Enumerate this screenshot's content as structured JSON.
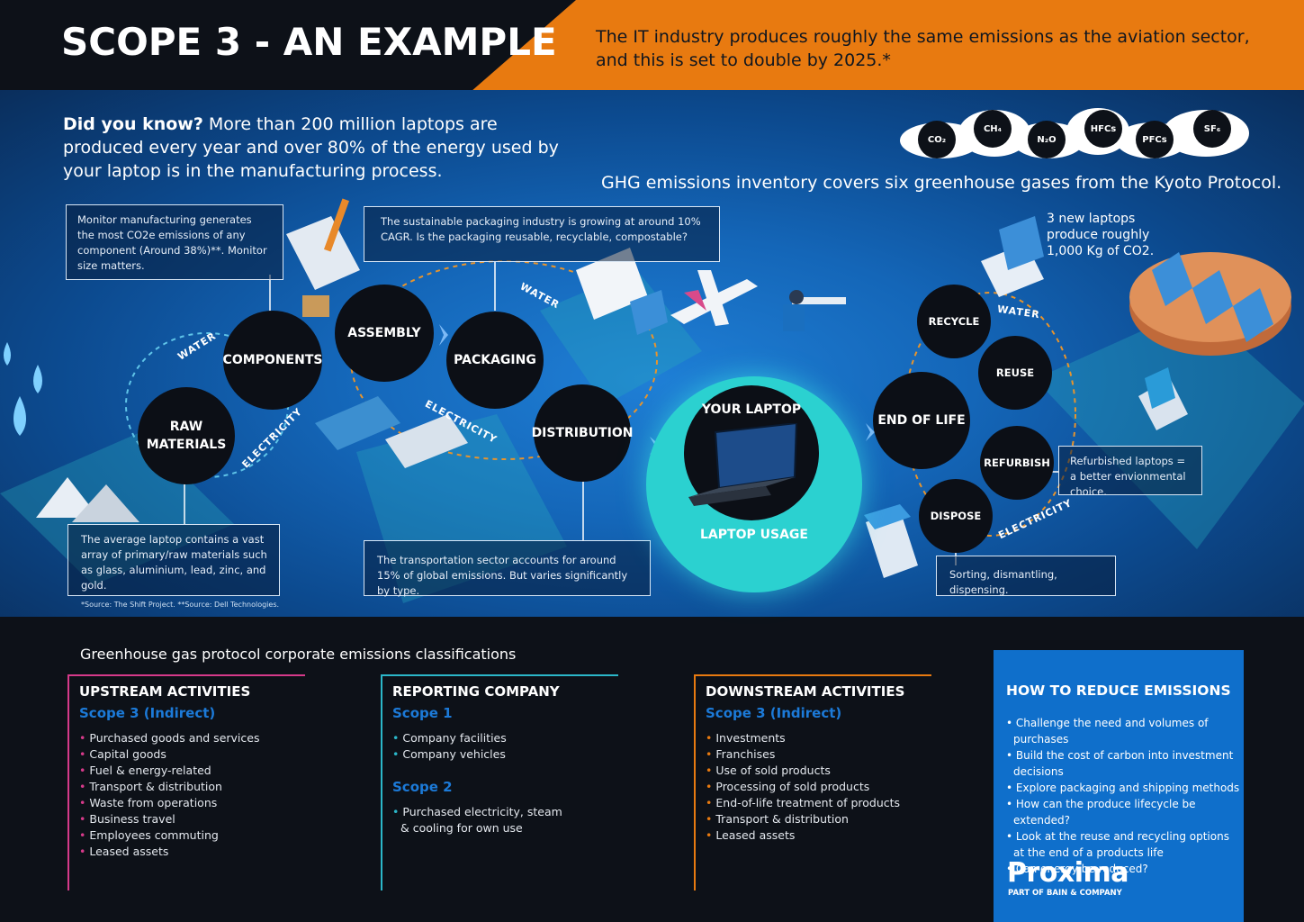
{
  "header": {
    "title": "SCOPE 3 - AN EXAMPLE",
    "note": "The IT industry produces roughly the same emissions as the aviation sector, and this is set to double by 2025.*"
  },
  "intro": {
    "lead": "Did you know?",
    "text": " More than 200 million laptops are produced every year and over 80% of the energy used by your laptop is in the manufacturing process."
  },
  "ghg": {
    "line": "GHG emissions inventory covers six greenhouse gases from the Kyoto Protocol.",
    "gases": [
      "CO₂",
      "CH₄",
      "N₂O",
      "HFCs",
      "PFCs",
      "SF₆"
    ]
  },
  "laptops_note": "3 new laptops produce roughly 1,000 Kg of CO2.",
  "info_boxes": {
    "monitor": "Monitor manufacturing generates the most CO2e emissions of any component (Around 38%)**. Monitor size matters.",
    "packaging": "The sustainable packaging industry is growing at around 10% CAGR. Is the packaging reusable, recyclable, compostable?",
    "raw": "The average laptop contains a vast array of primary/raw materials such as glass, aluminium, lead, zinc, and gold.",
    "transport": "The transportation sector accounts for around 15% of global emissions. But varies significantly by type.",
    "refurbished": "Refurbished laptops = a better envionmental choice.",
    "dispose": "Sorting, dismantling, dispensing."
  },
  "nodes": {
    "raw_materials": "RAW MATERIALS",
    "components": "COMPONENTS",
    "assembly": "ASSEMBLY",
    "packaging": "PACKAGING",
    "distribution": "DISTRIBUTION",
    "your_laptop": "YOUR LAPTOP",
    "laptop_usage": "LAPTOP USAGE",
    "end_of_life": "END OF LIFE",
    "recycle": "RECYCLE",
    "reuse": "REUSE",
    "refurbish": "REFURBISH",
    "dispose": "DISPOSE"
  },
  "flow_labels": {
    "water": "WATER",
    "electricity": "ELECTRICITY"
  },
  "source_note": "*Source: The Shift Project.  **Source: Dell Technologies.",
  "classification": {
    "title": "Greenhouse gas protocol corporate emissions classifications",
    "upstream": {
      "heading": "UPSTREAM ACTIVITIES",
      "scope": "Scope 3 (Indirect)",
      "items": [
        "Purchased goods and services",
        "Capital goods",
        "Fuel & energy-related",
        "Transport & distribution",
        "Waste from operations",
        "Business travel",
        "Employees commuting",
        "Leased assets"
      ]
    },
    "reporting": {
      "heading": "REPORTING COMPANY",
      "scope1": "Scope 1",
      "scope1_items": [
        "Company facilities",
        "Company vehicles"
      ],
      "scope2": "Scope 2",
      "scope2_items": [
        "Purchased electricity, steam & cooling for own use"
      ]
    },
    "downstream": {
      "heading": "DOWNSTREAM ACTIVITIES",
      "scope": "Scope 3 (Indirect)",
      "items": [
        "Investments",
        "Franchises",
        "Use of sold products",
        "Processing of sold products",
        "End-of-life treatment of products",
        "Transport & distribution",
        "Leased assets"
      ]
    }
  },
  "reduce": {
    "title": "HOW TO REDUCE EMISSIONS",
    "items": [
      "Challenge the need and volumes of purchases",
      "Build the cost of carbon into investment decisions",
      "Explore packaging and shipping methods",
      "How can the produce lifecycle be extended?",
      "Look at the reuse and recycling options at the end of a products life",
      "Can energy be reduced?"
    ]
  },
  "brand": {
    "name": "Proxima",
    "sub": "PART OF BAIN & COMPANY"
  },
  "colors": {
    "orange": "#e87a10",
    "teal": "#2bd1d0",
    "upstream_accent": "#d63a8a",
    "reporting_accent": "#2bb7c9",
    "downstream_accent": "#e87a10",
    "scope_blue": "#1c7ad8",
    "reduce_box": "#0f6fcb"
  }
}
